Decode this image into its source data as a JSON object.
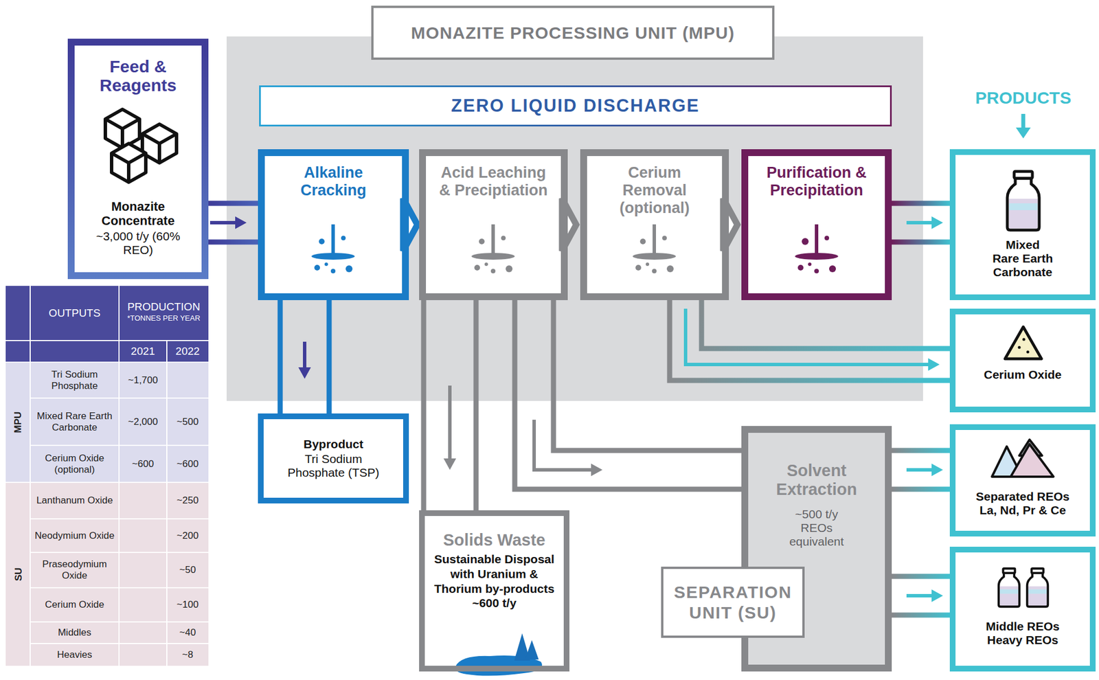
{
  "diagram": {
    "nodes": [
      {
        "text": [
          "MONAZITE PROCESSING UNIT (MPU)"
        ]
      },
      {
        "text": [
          "ZERO LIQUID DISCHARGE"
        ],
        "in": 0
      },
      {
        "text": [
          "Feed & Reagents",
          "Monazite Concentrate",
          "~3,000 t/y (60% REO)"
        ]
      },
      {
        "text": [
          "Alkaline Cracking"
        ],
        "in": 0
      },
      {
        "text": [
          "Acid Leaching & Preciptiation"
        ],
        "in": 0
      },
      {
        "text": [
          "Cerium Removal (optional)"
        ],
        "in": 0
      },
      {
        "text": [
          "Purification & Precipitation"
        ],
        "in": 0
      },
      {
        "text": [
          "Mixed Rare Earth Carbonate"
        ]
      },
      {
        "text": [
          "Byproduct",
          "Tri Sodium Phosphate (TSP)"
        ]
      },
      {
        "text": [
          "Cerium Oxide"
        ]
      },
      {
        "text": [
          "Solids Waste",
          "Sustainable Disposal with Uranium & Thorium by-products ~600 t/y"
        ]
      },
      {
        "text": [
          "Solvent Extraction",
          "~500 t/y REOs equivalent"
        ]
      },
      {
        "text": [
          "SEPARATION UNIT (SU)"
        ]
      },
      {
        "text": [
          "Separated REOs La, Nd, Pr & Ce"
        ]
      },
      {
        "text": [
          "Middle REOs Heavy REOs"
        ]
      }
    ],
    "edges": [
      {
        "from": 2,
        "to": 3,
        "arrow": "to"
      },
      {
        "from": 3,
        "to": 4,
        "arrow": "to"
      },
      {
        "from": 4,
        "to": 5,
        "arrow": "to"
      },
      {
        "from": 5,
        "to": 6,
        "arrow": "to"
      },
      {
        "from": 6,
        "to": 7,
        "arrow": "to"
      },
      {
        "from": 3,
        "to": 8,
        "arrow": "to"
      },
      {
        "from": 4,
        "to": 10,
        "arrow": "to"
      },
      {
        "from": 4,
        "to": 11,
        "arrow": "to"
      },
      {
        "from": 5,
        "to": 9,
        "arrow": "to"
      },
      {
        "from": 11,
        "to": 13,
        "arrow": "to"
      },
      {
        "from": 11,
        "to": 14,
        "arrow": "to"
      }
    ],
    "labels": [
      "OUTPUTS",
      "PRODUCTION",
      "*TONNES PER YEAR",
      "2021",
      "2022",
      "MPU",
      "Tri Sodium Phosphate",
      "~1,700",
      "Mixed Rare Earth Carbonate",
      "~2,000",
      "~500",
      "Cerium Oxide (optional)",
      "~600",
      "~600",
      "SU",
      "Lanthanum Oxide",
      "~250",
      "Neodymium Oxide",
      "~200",
      "Praseodymium Oxide",
      "~50",
      "Cerium Oxide",
      "~100",
      "Middles",
      "~40",
      "Heavies",
      "~8",
      "PRODUCTS"
    ]
  }
}
